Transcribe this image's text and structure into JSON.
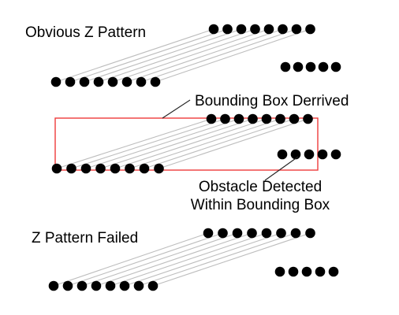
{
  "labels": {
    "obvious_z": "Obvious Z Pattern",
    "bounding_box": "Bounding Box Derrived",
    "obstacle_line1": "Obstacle Detected",
    "obstacle_line2": "Within Bounding Box",
    "z_failed": "Z Pattern Failed"
  },
  "groups": [
    {
      "name": "obvious-z-pattern",
      "top_row_dots": 8,
      "right_row_dots": 5,
      "bottom_row_dots": 8
    },
    {
      "name": "bounding-box-derived",
      "top_row_dots": 8,
      "right_row_dots": 5,
      "bottom_row_dots": 8
    },
    {
      "name": "z-pattern-failed",
      "top_row_dots": 8,
      "right_row_dots": 5,
      "bottom_row_dots": 8
    }
  ],
  "colors": {
    "dot": "#000000",
    "connector": "#bdbdbd",
    "bounding_box": "#ee3b3b",
    "pointer": "#222222",
    "text": "#000000"
  }
}
